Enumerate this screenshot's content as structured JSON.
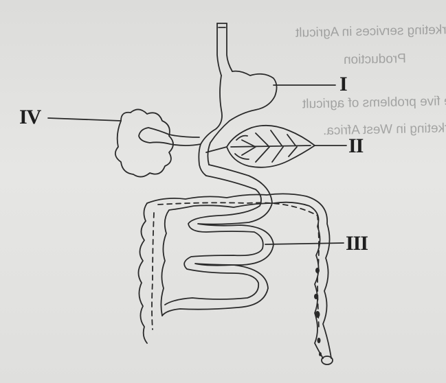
{
  "bleed_through": [
    "(c) State five marketing services in Agricult",
    "Production",
    "(d) Briefly state five problems of agricult",
    "marketing in West Africa."
  ],
  "labels": {
    "organ_1": "I",
    "organ_2": "II",
    "organ_3": "III",
    "organ_4": "IV"
  }
}
